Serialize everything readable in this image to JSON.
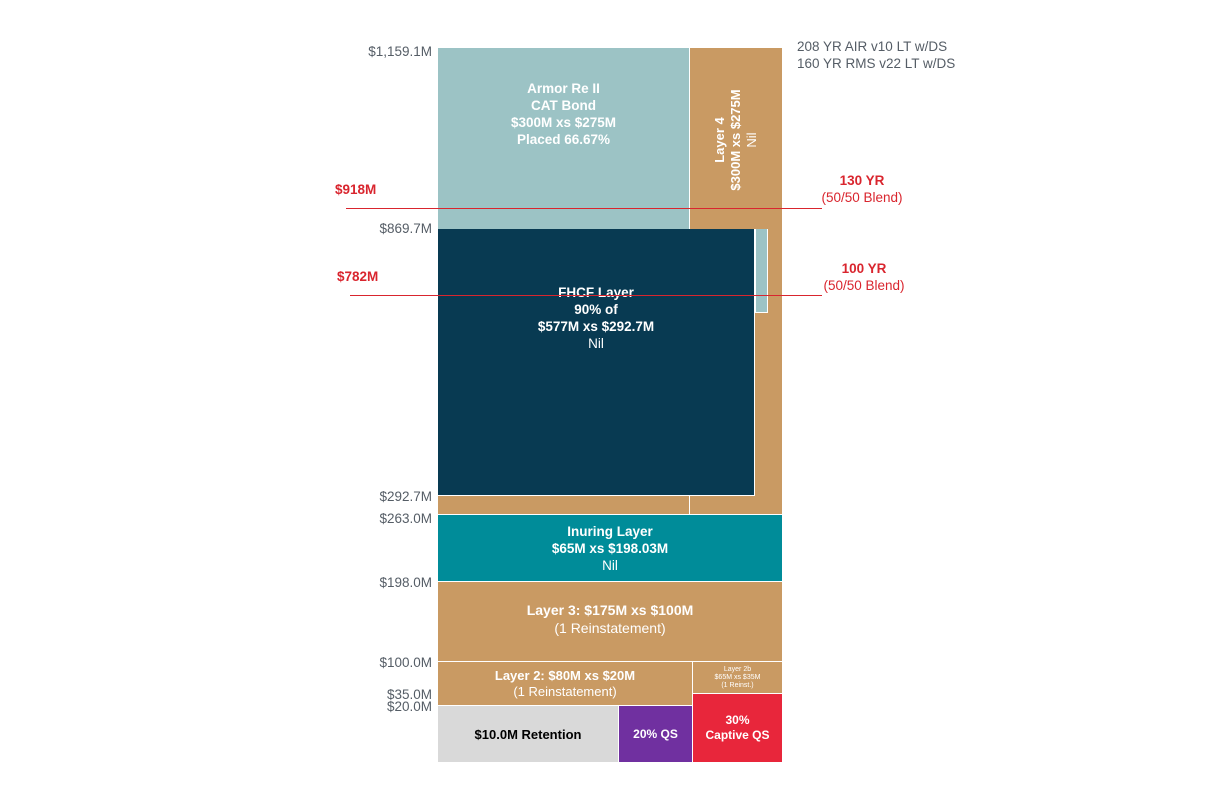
{
  "models": {
    "line1": "208 YR AIR v10 LT w/DS",
    "line2": "160 YR RMS v22 LT w/DS"
  },
  "axis_labels": {
    "top": "$1,159.1M",
    "fhcf_top": "$869.7M",
    "fhcf_bottom": "$292.7M",
    "inuring_top": "$263.0M",
    "layer3_bottom": "$198.0M",
    "layer3_top_border": "$100.0M",
    "layer2_bottom": "$35.0M",
    "retention_top": "$20.0M"
  },
  "markers": {
    "m1": {
      "value": "$918M",
      "period": "130 YR",
      "blend": "(50/50 Blend)"
    },
    "m2": {
      "value": "$782M",
      "period": "100 YR",
      "blend": "(50/50 Blend)"
    }
  },
  "layers": {
    "armor": {
      "l1": "Armor Re II",
      "l2": "CAT Bond",
      "l3": "$300M xs $275M",
      "l4": "Placed 66.67%"
    },
    "layer4": {
      "l1": "Layer 4",
      "l2": "$300M xs $275M",
      "l3": "Nil"
    },
    "fhcf": {
      "l1": "FHCF Layer",
      "l2": "90% of",
      "l3": "$577M xs $292.7M",
      "l4": "Nil"
    },
    "inuring": {
      "l1": "Inuring Layer",
      "l2": "$65M xs $198.03M",
      "l3": "Nil"
    },
    "layer3": {
      "l1": "Layer 3: $175M xs $100M",
      "l2": "(1 Reinstatement)"
    },
    "layer2": {
      "l1": "Layer 2: $80M xs $20M",
      "l2": "(1 Reinstatement)"
    },
    "layer2b": {
      "l1": "Layer 2b",
      "l2": "$65M xs $35M",
      "l3": "(1 Reinst.)"
    },
    "retention": {
      "l1": "$10.0M Retention"
    },
    "qs20": {
      "l1": "20% QS"
    },
    "captive": {
      "l1": "30%",
      "l2": "Captive QS"
    }
  },
  "colors": {
    "tan": "#c99a63",
    "light_teal": "#9cc3c5",
    "navy": "#083a52",
    "teal": "#008c99",
    "gray": "#d9d9d9",
    "purple": "#7030a0",
    "red": "#e8263b",
    "marker_red": "#d9252e"
  }
}
